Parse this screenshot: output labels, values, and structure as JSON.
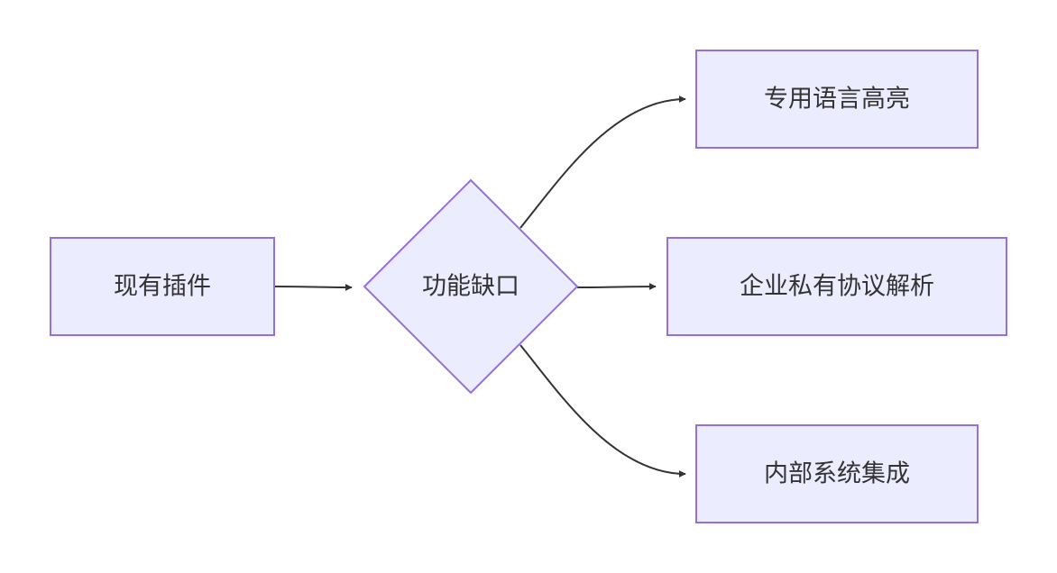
{
  "colors": {
    "node_fill": "#ECECFF",
    "node_stroke": "#9370DB",
    "edge": "#333333",
    "text": "#333333",
    "background": "#FFFFFF"
  },
  "nodes": {
    "existing_plugin": {
      "label": "现有插件",
      "shape": "rectangle"
    },
    "feature_gap": {
      "label": "功能缺口",
      "shape": "diamond"
    },
    "dsl_highlight": {
      "label": "专用语言高亮",
      "shape": "rectangle"
    },
    "private_protocol": {
      "label": "企业私有协议解析",
      "shape": "rectangle"
    },
    "internal_integration": {
      "label": "内部系统集成",
      "shape": "rectangle"
    }
  },
  "edges": [
    {
      "from": "existing_plugin",
      "to": "feature_gap"
    },
    {
      "from": "feature_gap",
      "to": "dsl_highlight"
    },
    {
      "from": "feature_gap",
      "to": "private_protocol"
    },
    {
      "from": "feature_gap",
      "to": "internal_integration"
    }
  ]
}
